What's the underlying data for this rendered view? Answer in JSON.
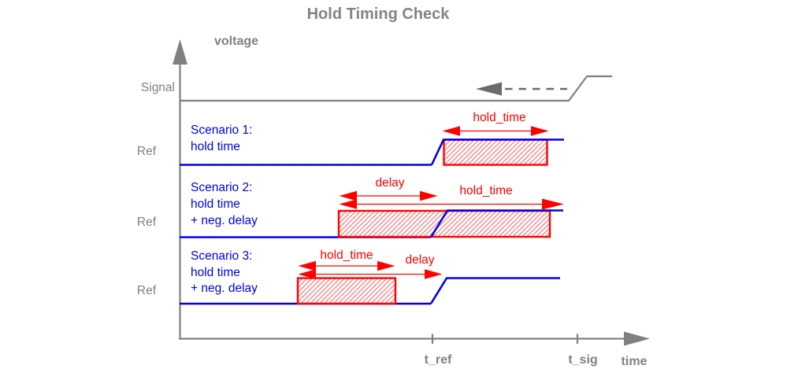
{
  "title": "Hold Timing Check",
  "colors": {
    "gray": "#808080",
    "blue": "#0000e6",
    "red": "#ff0000",
    "hatch_pink": "#f08a8a"
  },
  "axis": {
    "y_label": "voltage",
    "x_label": "time",
    "x_ticks": [
      "t_ref",
      "t_sig"
    ]
  },
  "signal": {
    "label": "Signal"
  },
  "scenarios": [
    {
      "ref_label": "Ref",
      "name": "Scenario 1:",
      "desc": [
        "hold time"
      ],
      "hold_label": "hold_time"
    },
    {
      "ref_label": "Ref",
      "name": "Scenario 2:",
      "desc": [
        "hold time",
        "+ neg. delay"
      ],
      "hold_label": "hold_time",
      "delay_label": "delay"
    },
    {
      "ref_label": "Ref",
      "name": "Scenario 3:",
      "desc": [
        "hold time",
        "+ neg. delay"
      ],
      "hold_label": "hold_time",
      "delay_label": "delay"
    }
  ]
}
